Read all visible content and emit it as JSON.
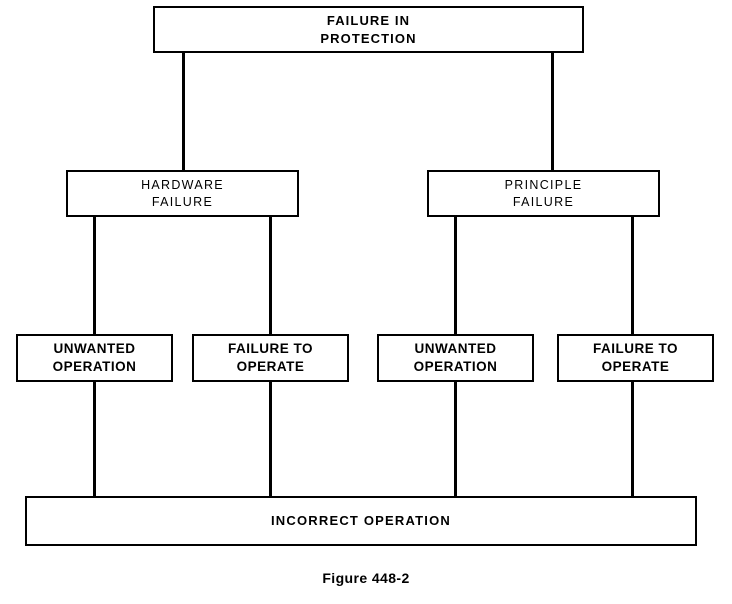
{
  "figure": {
    "caption": "Figure 448-2",
    "background_color": "#ffffff",
    "line_color": "#000000"
  },
  "nodes": {
    "root": {
      "line1": "FAILURE IN",
      "line2": "PROTECTION"
    },
    "mid_left": {
      "line1": "HARDWARE",
      "line2": "FAILURE"
    },
    "mid_right": {
      "line1": "PRINCIPLE",
      "line2": "FAILURE"
    },
    "leaf_1": {
      "line1": "UNWANTED",
      "line2": "OPERATION"
    },
    "leaf_2": {
      "line1": "FAILURE TO",
      "line2": "OPERATE"
    },
    "leaf_3": {
      "line1": "UNWANTED",
      "line2": "OPERATION"
    },
    "leaf_4": {
      "line1": "FAILURE TO",
      "line2": "OPERATE"
    },
    "bar": {
      "line1": "INCORRECT OPERATION"
    }
  }
}
